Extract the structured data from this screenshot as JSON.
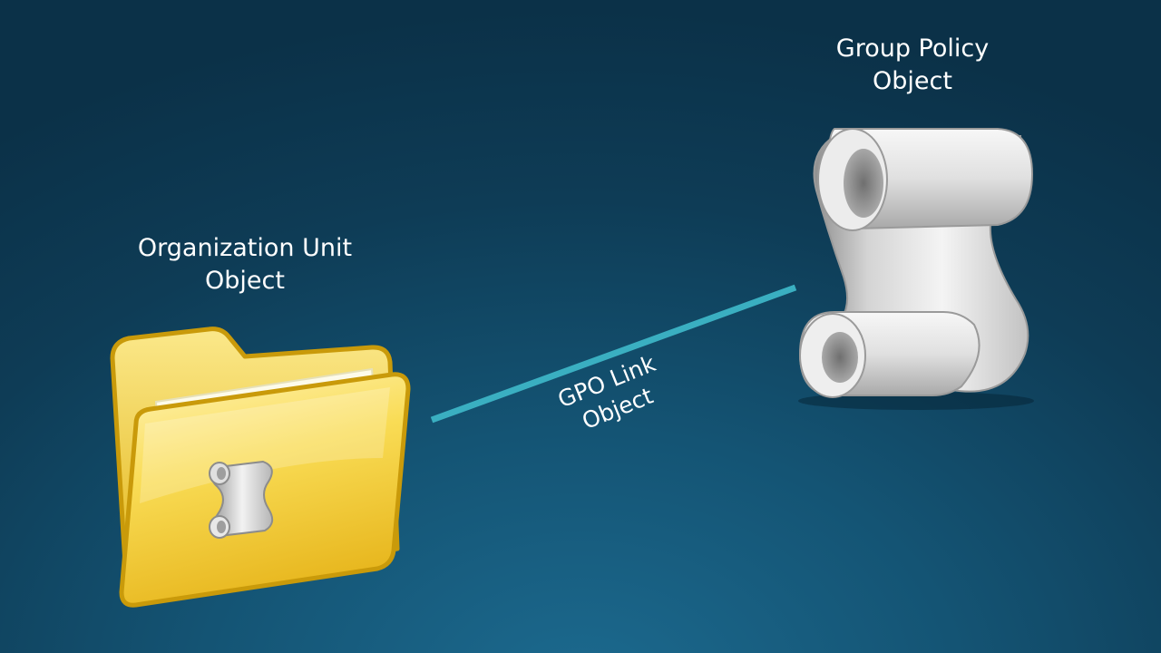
{
  "nodes": {
    "ou": {
      "label_line1": "Organization Unit",
      "label_line2": "Object",
      "icon": "folder-with-scroll-icon"
    },
    "gpo": {
      "label_line1": "Group Policy",
      "label_line2": "Object",
      "icon": "scroll-icon"
    }
  },
  "link": {
    "label_line1": "GPO Link",
    "label_line2": "Object",
    "color": "#3aafc1"
  },
  "colors": {
    "background_dark": "#0b3148",
    "background_light": "#1c6a8f",
    "folder_yellow": "#f5d33a",
    "scroll_gray": "#d9d9d9"
  }
}
